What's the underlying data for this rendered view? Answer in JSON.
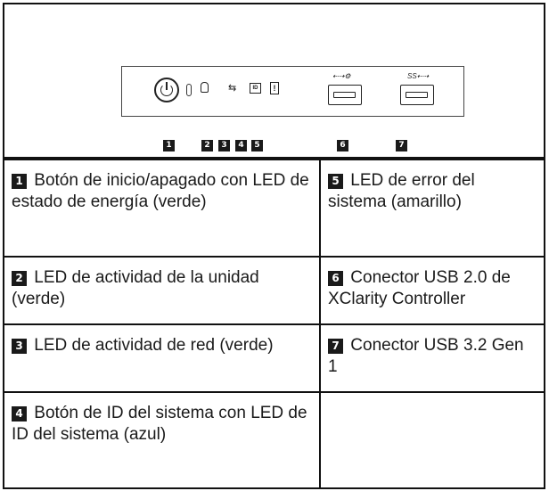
{
  "figure": {
    "usb2_label": "⇠⇢✗",
    "usb3_label": "SS⇠⇢",
    "id_icon_text": "ID",
    "error_icon_text": "!",
    "callouts": [
      "1",
      "2",
      "3",
      "4",
      "5",
      "6",
      "7"
    ]
  },
  "legend": [
    [
      {
        "num": "1",
        "text": "Botón de inicio/apagado con LED de estado de energía (verde)"
      },
      {
        "num": "5",
        "text": "LED de error del sistema (amarillo)"
      }
    ],
    [
      {
        "num": "2",
        "text": "LED de actividad de la unidad (verde)"
      },
      {
        "num": "6",
        "text": "Conector USB 2.0 de XClarity Controller"
      }
    ],
    [
      {
        "num": "3",
        "text": "LED de actividad de red (verde)"
      },
      {
        "num": "7",
        "text": "Conector USB 3.2 Gen 1"
      }
    ],
    [
      {
        "num": "4",
        "text": "Botón de ID del sistema con LED de ID del sistema (azul)"
      },
      {
        "num": "",
        "text": ""
      }
    ]
  ]
}
